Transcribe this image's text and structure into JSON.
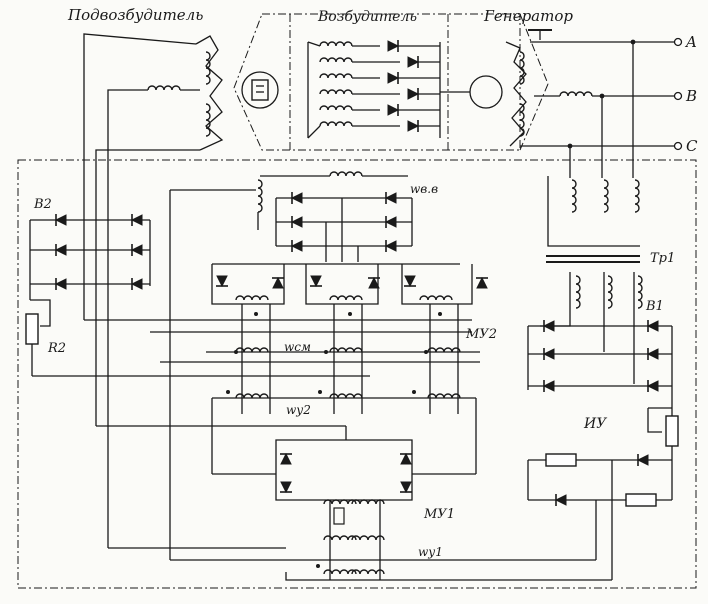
{
  "labels": {
    "pilot_exciter": "Подвозбудитель",
    "exciter": "Возбудитель",
    "generator": "Генератор",
    "phase_a": "A",
    "phase_b": "B",
    "phase_c": "C",
    "v2": "В2",
    "r2": "R2",
    "wvv": "wв.в",
    "tr1": "Тр1",
    "v1": "В1",
    "mu2": "МУ2",
    "wsm": "wсм",
    "wy2": "wу2",
    "iu": "ИУ",
    "mu1": "МУ1",
    "wy1": "wу1"
  }
}
